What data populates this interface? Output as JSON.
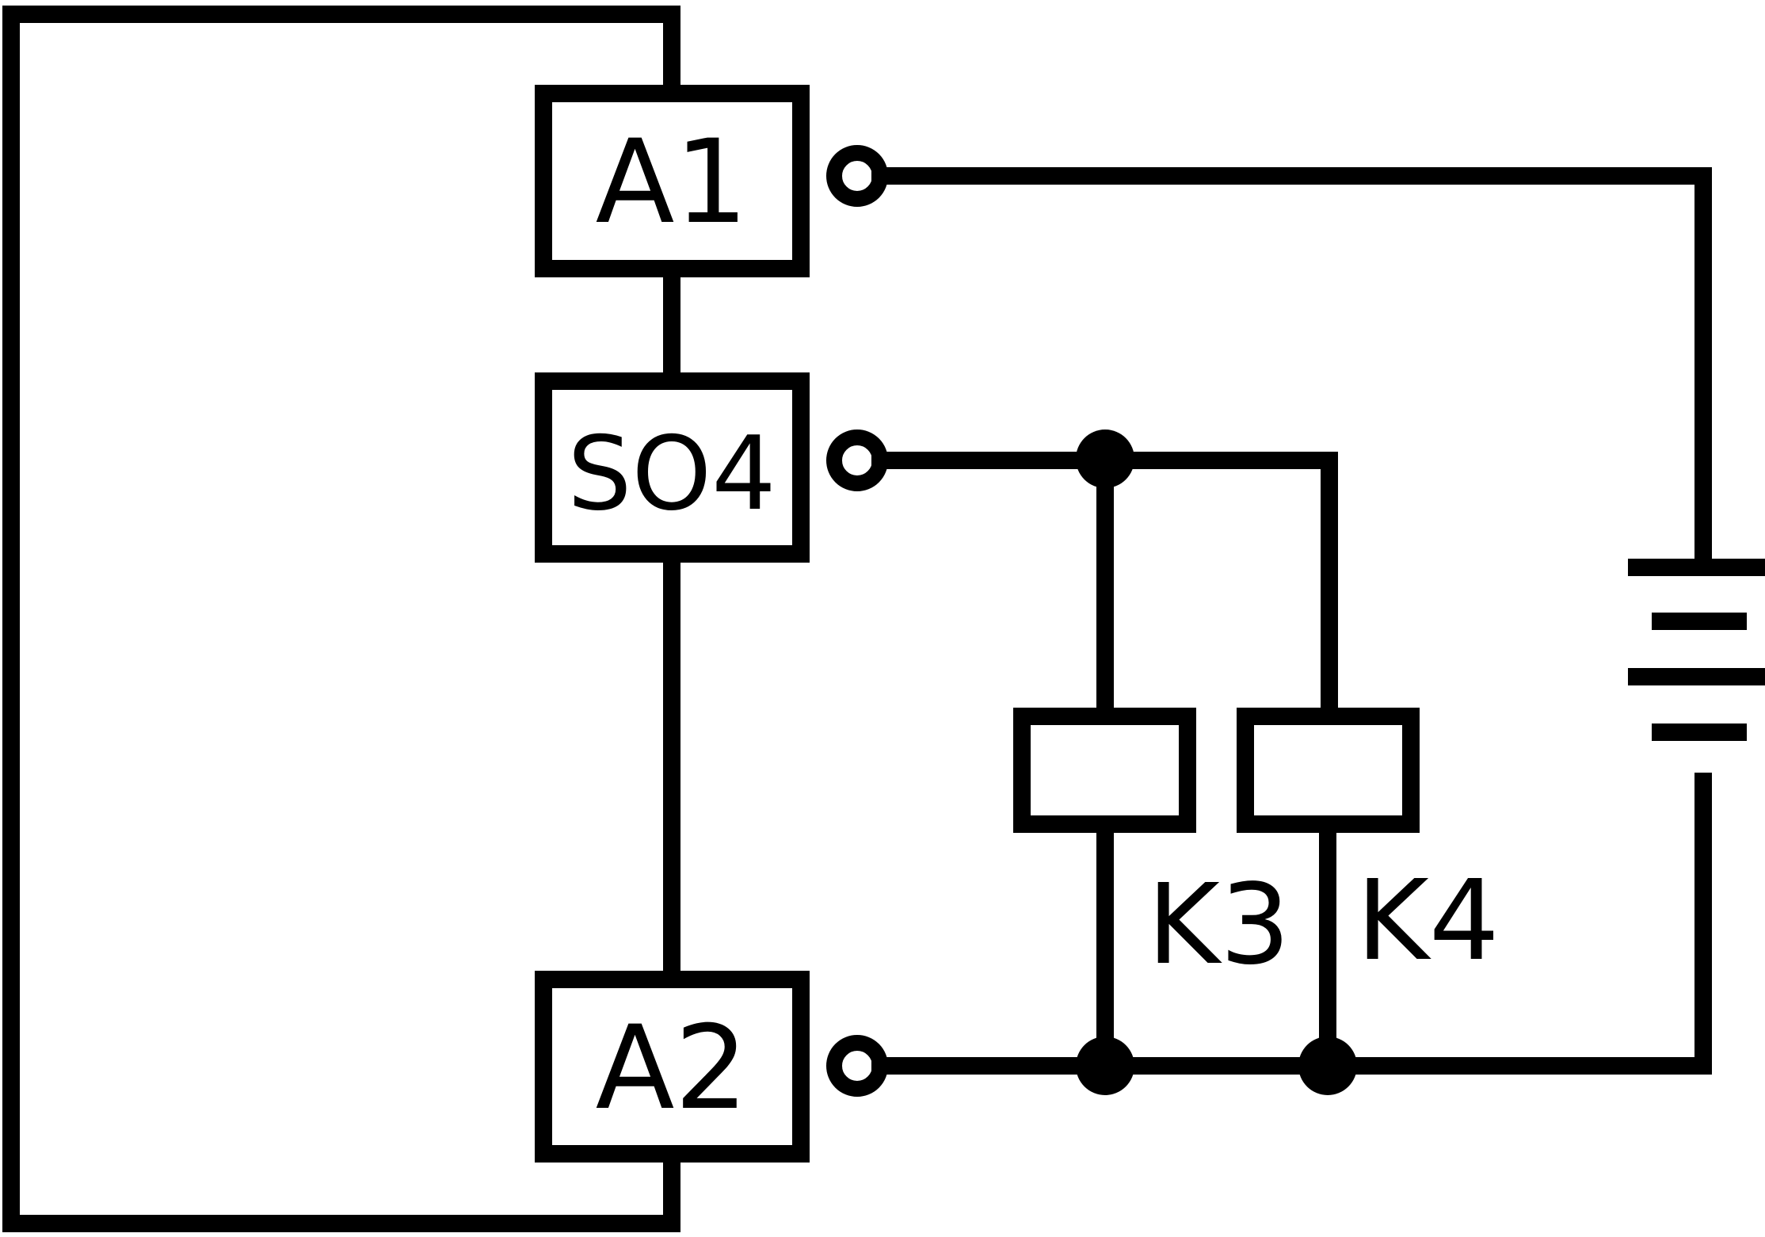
{
  "diagram": {
    "stroke_color": "#000000",
    "background": "#ffffff",
    "blocks": [
      {
        "id": "a1",
        "label": "A1"
      },
      {
        "id": "so4",
        "label": "SO4"
      },
      {
        "id": "a2",
        "label": "A2"
      }
    ],
    "relays": [
      {
        "id": "k3",
        "label": "K3"
      },
      {
        "id": "k4",
        "label": "K4"
      }
    ]
  }
}
